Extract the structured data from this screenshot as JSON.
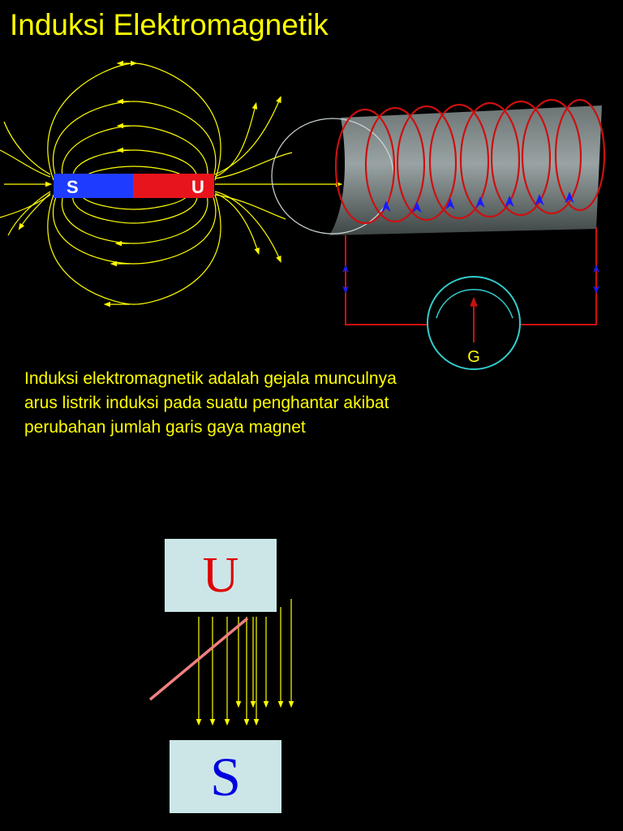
{
  "title": "Induksi Elektromagnetik",
  "magnet": {
    "south_label": "S",
    "north_label": "U"
  },
  "galvanometer": {
    "label": "G"
  },
  "description": [
    "Induksi elektromagnetik adalah gejala munculnya",
    "arus listrik induksi pada suatu penghantar akibat",
    "perubahan jumlah garis gaya magnet"
  ],
  "bottom_diagram": {
    "north_pole_label": "U",
    "south_pole_label": "S"
  },
  "colors": {
    "title": "#ffff00",
    "field_lines": "#ffff00",
    "magnet_south": "#1e3cff",
    "magnet_north": "#e8141c",
    "coil": "#cc1010",
    "current_arrows": "#1a1aff",
    "galvanometer": "#33cccc",
    "conductor": "#f08080",
    "pole_box": "#cce6e8"
  }
}
